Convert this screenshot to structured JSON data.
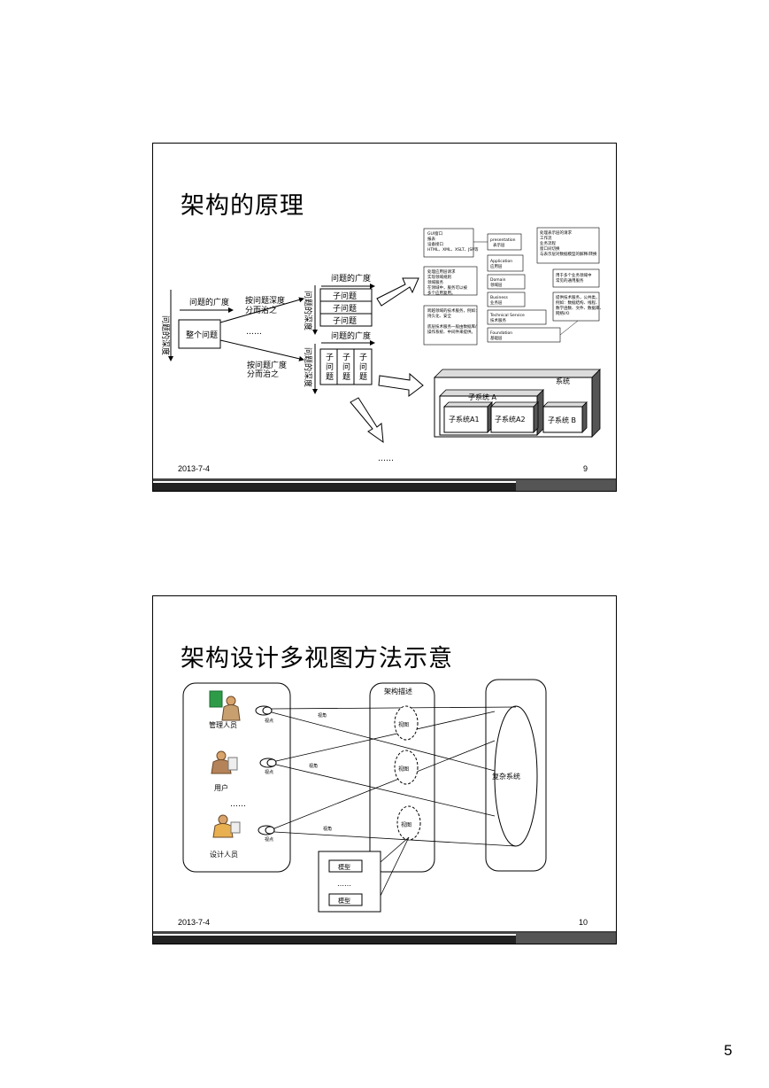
{
  "slide1": {
    "title": "架构的原理",
    "date": "2013-7-4",
    "number": "9",
    "labels": {
      "vertical_depth": "问题的深度",
      "breadth_top": "问题的广度",
      "split_depth": "按问题深度分而治之",
      "whole_problem": "整个问题",
      "dots_mid": "……",
      "split_breadth": "按问题广度分而治之",
      "breadth_upper": "问题的广度",
      "depth_upper": "问题的深度",
      "sub_problem": "子问题",
      "breadth_lower": "问题的广度",
      "depth_lower": "问题的深度",
      "dots_bottom": "……"
    },
    "layers": {
      "presentation_note": [
        "GUI窗口",
        "报表",
        "设备接口",
        "HTML、XML、XSLT、JSP等"
      ],
      "presentation": [
        "presentation",
        "表示层"
      ],
      "application_note": [
        "处理表示层的请求",
        "工作流",
        "业务流程",
        "窗口间切换",
        "与表示层对数据模型的解释/转换"
      ],
      "application": [
        "Application",
        "应用层"
      ],
      "domain_note": [
        "处理应用层请求",
        "实现领域规则",
        "领域服务",
        "在领域中，服务可以被多个应用复用。"
      ],
      "domain": [
        "Domain",
        "领域层"
      ],
      "business_note": [
        "用于多个业务领域中常见的通用服务"
      ],
      "business": [
        "Business",
        "业务层"
      ],
      "technical_note": [
        "跨越领域的技术服务，例如：",
        "持久化、安全"
      ],
      "technical": [
        "Technical Service",
        "技术服务"
      ],
      "foundation_note": [
        "提供技术服务，公共类，例如：数据结构、线程、数学函数",
        "文件、数据库、网络I/O"
      ],
      "foundation": [
        "Foundation",
        "基础层"
      ],
      "foundation_note2": [
        "底层技术服务一般由数据库/操作系统、中间件来提供。"
      ]
    },
    "system": {
      "system_label": "系统",
      "subsystem_a": "子系统 A",
      "subsystem_a1": "子系统A1",
      "subsystem_a2": "子系统A2",
      "subsystem_b": "子系统 B"
    }
  },
  "slide2": {
    "title": "架构设计多视图方法示意",
    "date": "2013-7-4",
    "number": "10",
    "arch_desc": "架构描述",
    "complex_system": "复杂系统",
    "roles": [
      "管理人员",
      "用户",
      "设计人员"
    ],
    "role_dots": "……",
    "viewpoint": "视点",
    "view_angle": "视角",
    "view": "视图",
    "model": "模型",
    "model_dots": "……"
  },
  "page_number": "5"
}
